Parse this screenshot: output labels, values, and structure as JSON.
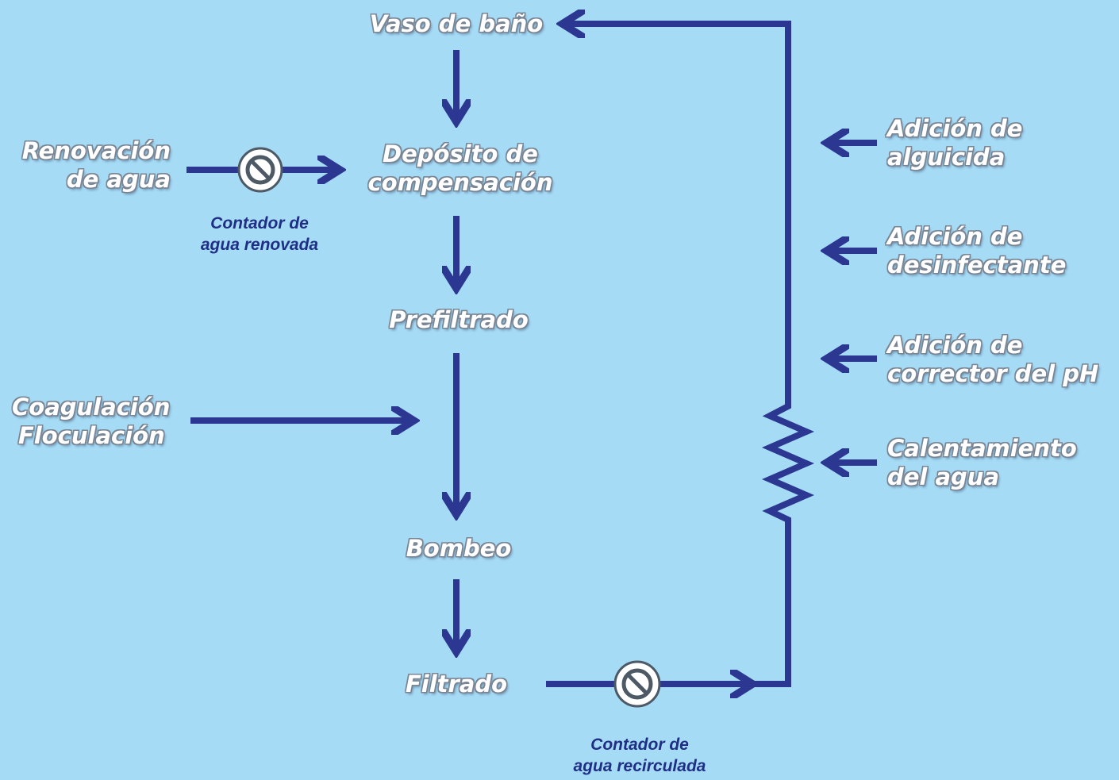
{
  "colors": {
    "background": "#a6dbf6",
    "flow_line": "#2b3791",
    "node_text": "#ffffff",
    "meter_label": "#1e2f85"
  },
  "nodes": {
    "vaso": "Vaso de baño",
    "deposito": [
      "Depósito de",
      "compensación"
    ],
    "prefiltrado": "Prefiltrado",
    "bombeo": "Bombeo",
    "filtrado": "Filtrado"
  },
  "inputs": {
    "renovacion": [
      "Renovación",
      "de agua"
    ],
    "coagulacion": [
      "Coagulación",
      "Floculación"
    ]
  },
  "meters": {
    "renovada": {
      "lines": [
        "Contador de",
        "agua renovada"
      ],
      "icon": "flow-meter-icon"
    },
    "recirculada": {
      "lines": [
        "Contador de",
        "agua recirculada"
      ],
      "icon": "flow-meter-icon"
    }
  },
  "additions": {
    "alguicida": [
      "Adición de",
      "alguicida"
    ],
    "desinfectante": [
      "Adición de",
      "desinfectante"
    ],
    "ph": [
      "Adición de",
      "corrector del pH"
    ],
    "calentamiento": [
      "Calentamiento",
      "del agua"
    ]
  },
  "heater": {
    "icon": "heater-resistor-icon"
  }
}
